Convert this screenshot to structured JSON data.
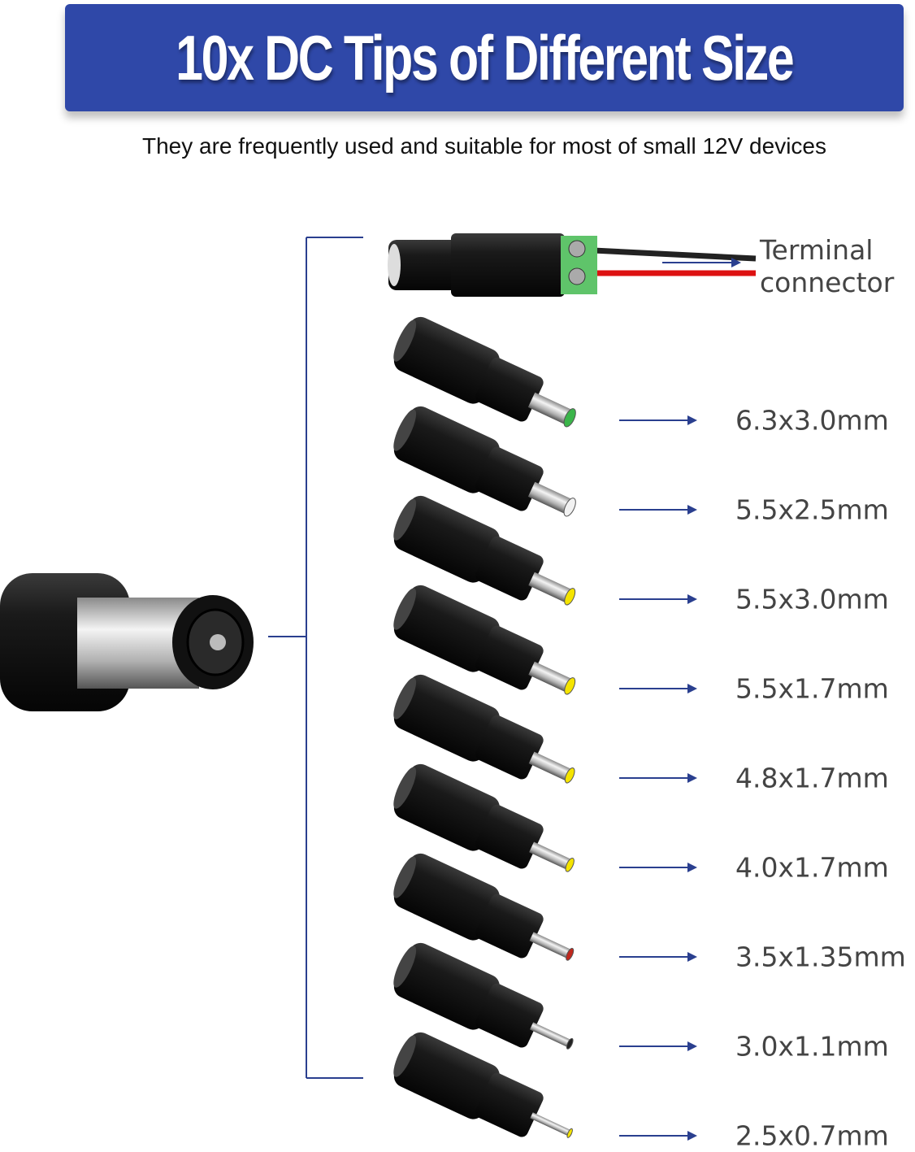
{
  "header": {
    "title": "10x DC Tips of Different Size",
    "subtitle": "They are frequently used and suitable for most of small 12V devices"
  },
  "terminal": {
    "line1": "Terminal",
    "line2": "connector"
  },
  "tips": [
    {
      "size": "6.3x3.0mm",
      "tip_color": "#3bb54a"
    },
    {
      "size": "5.5x2.5mm",
      "tip_color": "#f2f2f2"
    },
    {
      "size": "5.5x3.0mm",
      "tip_color": "#f5e400"
    },
    {
      "size": "5.5x1.7mm",
      "tip_color": "#f5e400"
    },
    {
      "size": "4.8x1.7mm",
      "tip_color": "#f5e400"
    },
    {
      "size": "4.0x1.7mm",
      "tip_color": "#f5e400"
    },
    {
      "size": "3.5x1.35mm",
      "tip_color": "#c0281e"
    },
    {
      "size": "3.0x1.1mm",
      "tip_color": "#222222"
    },
    {
      "size": "2.5x0.7mm",
      "tip_color": "#f5e400"
    }
  ],
  "colors": {
    "banner": "#2f48a8",
    "lines": "#2a3f8f"
  }
}
